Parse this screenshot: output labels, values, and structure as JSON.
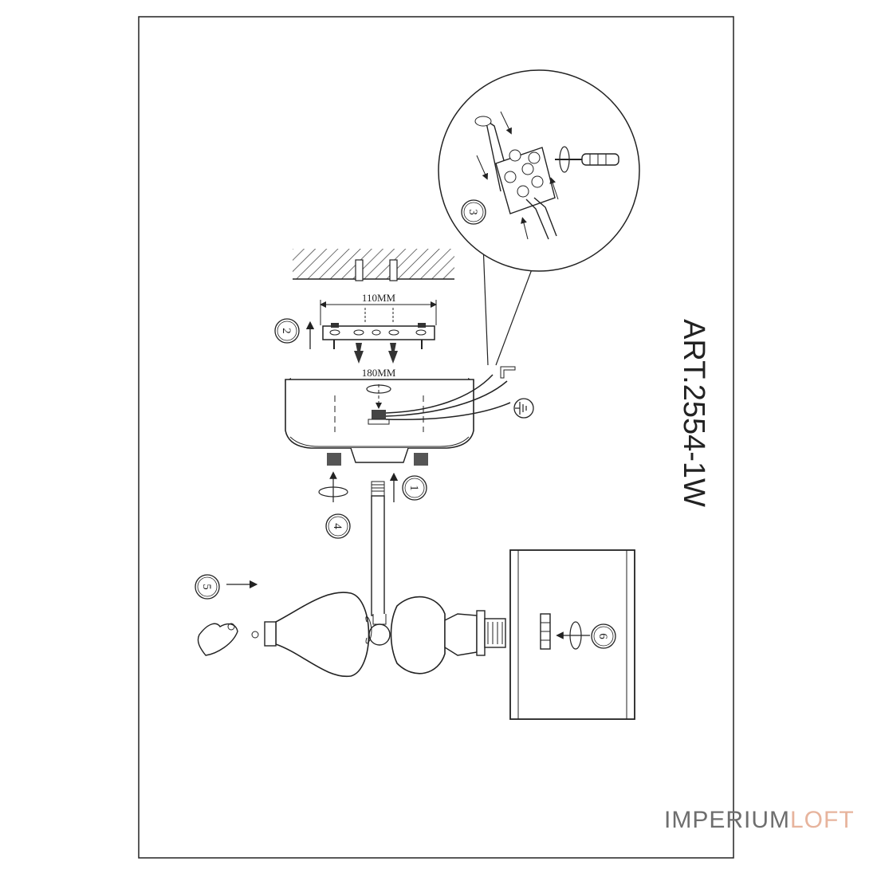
{
  "article": "ART.2554-1W",
  "dimensions": {
    "plate_width": "110MM",
    "canopy_width": "180MM"
  },
  "steps": [
    "1",
    "2",
    "3",
    "4",
    "5",
    "6"
  ],
  "icons": [
    "ground-symbol-icon",
    "screwdriver-icon",
    "rotate-arrow-icon"
  ],
  "brand": {
    "part1": "IMPERIUM",
    "part2": "LOFT",
    "part1_color": "#6e6e6e",
    "part2_color": "#e7b49d"
  }
}
